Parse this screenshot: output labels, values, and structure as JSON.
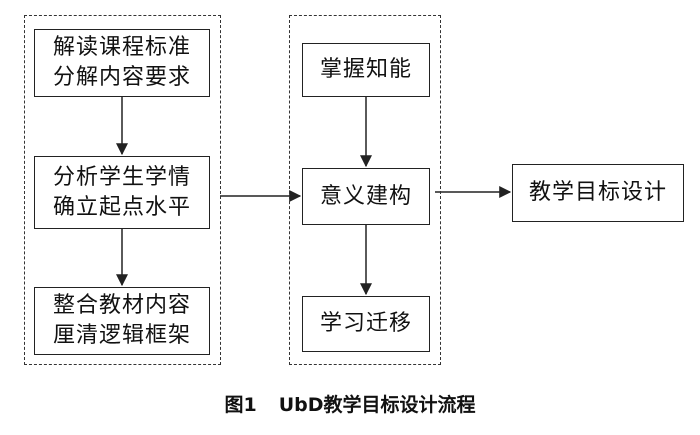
{
  "left_boxes": [
    {
      "line1": "解读课程标准",
      "line2": "分解内容要求"
    },
    {
      "line1": "分析学生学情",
      "line2": "确立起点水平"
    },
    {
      "line1": "整合教材内容",
      "line2": "厘清逻辑框架"
    }
  ],
  "middle_boxes": [
    {
      "label": "掌握知能"
    },
    {
      "label": "意义建构"
    },
    {
      "label": "学习迁移"
    }
  ],
  "result_box": {
    "label": "教学目标设计"
  },
  "caption": {
    "number": "图1",
    "title": "UbD教学目标设计流程"
  }
}
